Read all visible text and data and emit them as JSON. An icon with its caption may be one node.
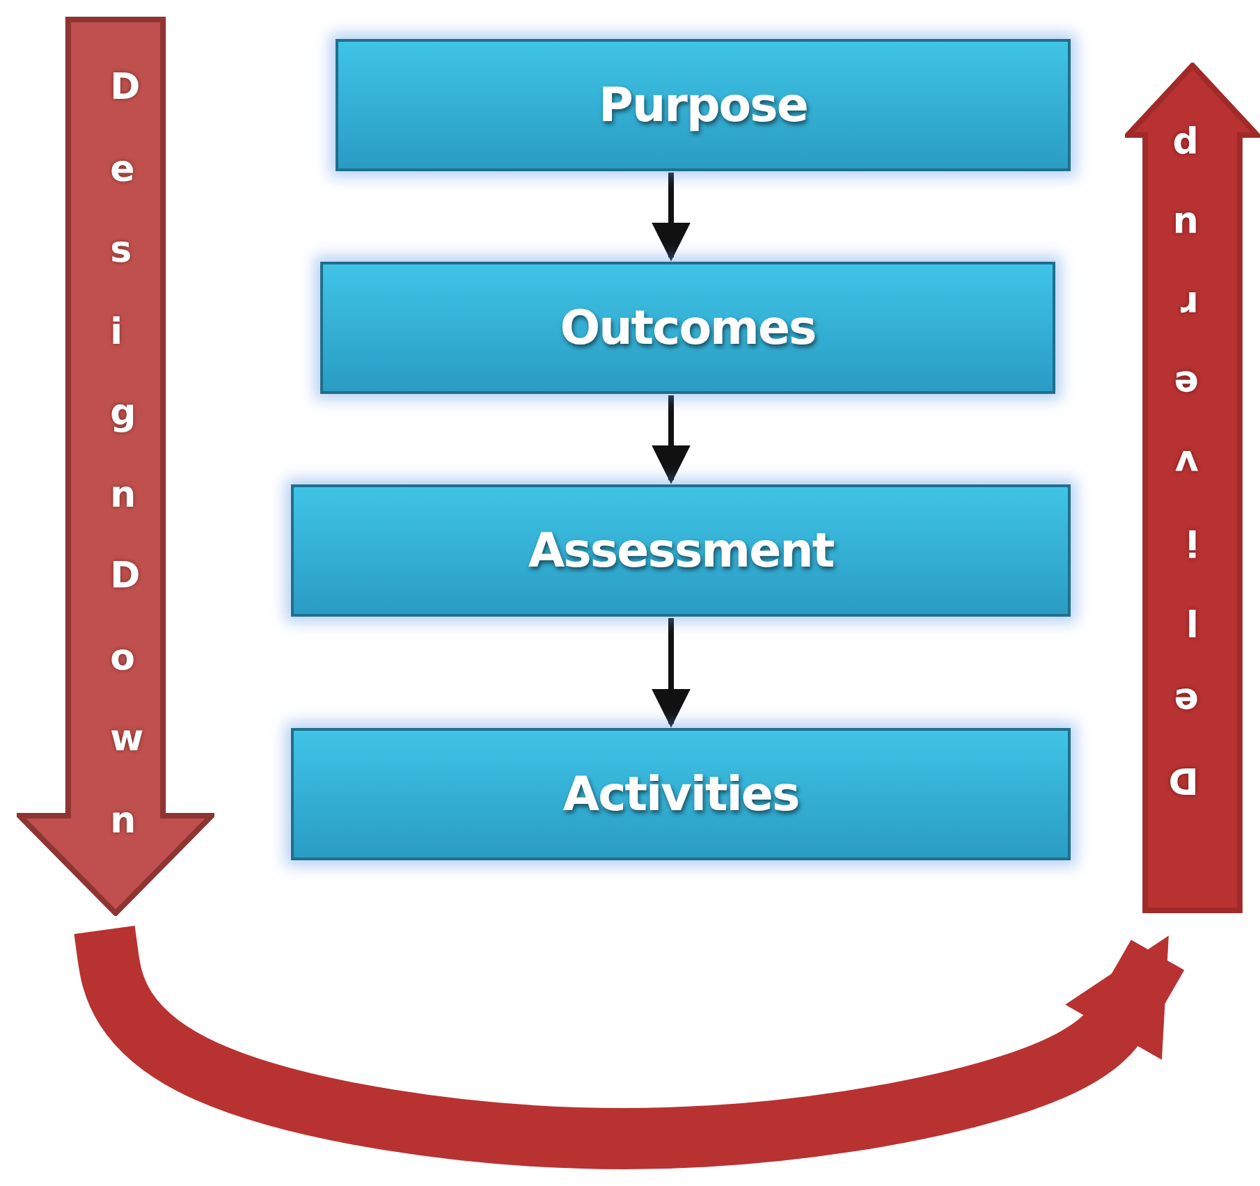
{
  "diagram": {
    "nodes": [
      {
        "text": [
          "DesignDown"
        ]
      },
      {
        "text": [
          "Purpose"
        ]
      },
      {
        "text": [
          "Outcomes"
        ]
      },
      {
        "text": [
          "Assessment"
        ]
      },
      {
        "text": [
          "Activities"
        ]
      },
      {
        "text": [
          "Deliver up"
        ]
      }
    ],
    "edges": [
      {
        "from": 1,
        "to": 2,
        "arrow": "to"
      },
      {
        "from": 2,
        "to": 3,
        "arrow": "to"
      },
      {
        "from": 3,
        "to": 4,
        "arrow": "to"
      },
      {
        "from": 0,
        "to": 5,
        "arrow": "to",
        "style": "thick",
        "color": "#b83232"
      }
    ]
  }
}
